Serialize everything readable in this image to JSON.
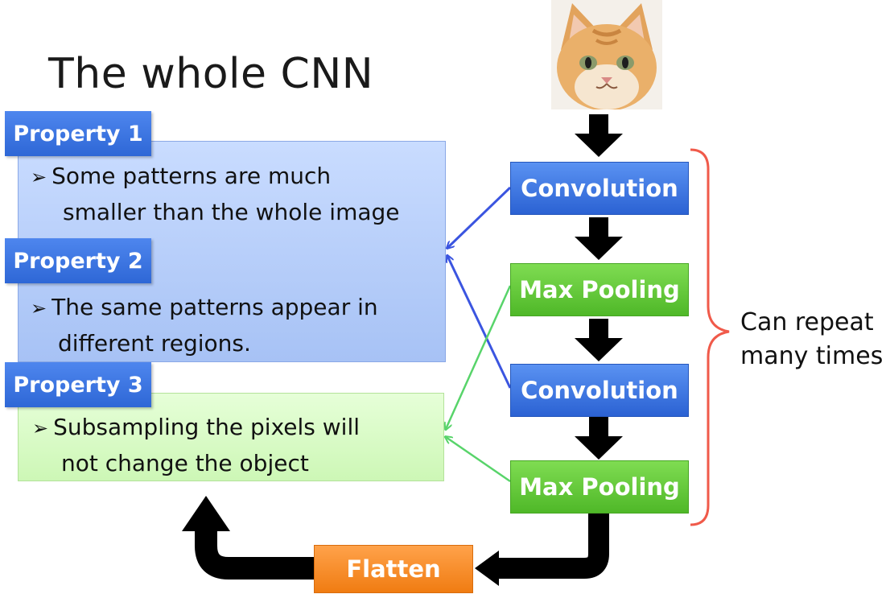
{
  "title": "The whole CNN",
  "properties": [
    {
      "tag": "Property 1",
      "lines": [
        "Some patterns are much",
        "smaller than the whole image"
      ]
    },
    {
      "tag": "Property 2",
      "lines": [
        "The same patterns appear in",
        "different regions."
      ]
    },
    {
      "tag": "Property 3",
      "lines": [
        "Subsampling the pixels will",
        "not change the object"
      ]
    }
  ],
  "layers": [
    {
      "label": "Convolution",
      "kind": "convolution"
    },
    {
      "label": "Max Pooling",
      "kind": "pooling"
    },
    {
      "label": "Convolution",
      "kind": "convolution"
    },
    {
      "label": "Max Pooling",
      "kind": "pooling"
    }
  ],
  "flatten_label": "Flatten",
  "repeat_note": [
    "Can repeat",
    "many times"
  ],
  "colors": {
    "convolution": "#3a74e4",
    "pooling": "#5fc83a",
    "flatten": "#f5861f",
    "brace": "#f05a4a",
    "link_blue": "#3b55e0",
    "link_green": "#58d46a",
    "arrow": "#000000"
  },
  "icons": {
    "input_image": "cat-photo"
  }
}
